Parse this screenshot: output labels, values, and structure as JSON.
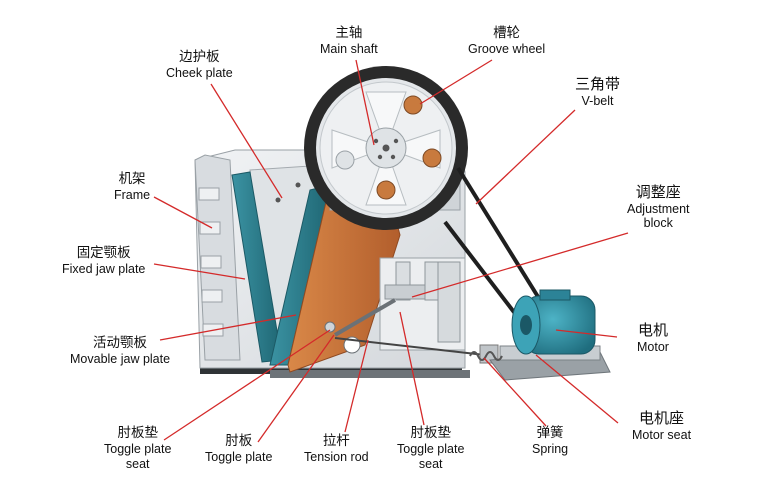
{
  "labels": {
    "main_shaft": {
      "zh": "主轴",
      "en": "Main shaft"
    },
    "groove_wheel": {
      "zh": "槽轮",
      "en": "Groove wheel"
    },
    "v_belt": {
      "zh": "三角带",
      "en": "V-belt"
    },
    "cheek_plate": {
      "zh": "边护板",
      "en": "Cheek plate"
    },
    "frame": {
      "zh": "机架",
      "en": "Frame"
    },
    "fixed_jaw": {
      "zh": "固定颚板",
      "en": "Fixed jaw plate"
    },
    "adjustment": {
      "zh": "调整座",
      "en_line1": "Adjustment",
      "en_line2": "block"
    },
    "movable_jaw": {
      "zh": "活动颚板",
      "en": "Movable jaw plate"
    },
    "motor": {
      "zh": "电机",
      "en": "Motor"
    },
    "motor_seat": {
      "zh": "电机座",
      "en": "Motor seat"
    },
    "toggle_seat_left": {
      "zh": "肘板垫",
      "en_line1": "Toggle plate",
      "en_line2": "seat"
    },
    "toggle_plate": {
      "zh": "肘板",
      "en": "Toggle plate"
    },
    "tension_rod": {
      "zh": "拉杆",
      "en": "Tension rod"
    },
    "toggle_seat_right": {
      "zh": "肘板垫",
      "en_line1": "Toggle plate",
      "en_line2": "seat"
    },
    "spring": {
      "zh": "弹簧",
      "en": "Spring"
    }
  },
  "colors": {
    "leader": "#d42a2a",
    "frame_body": "#e4e7ea",
    "jaw_teal": "#2a7f8f",
    "movable_jaw_orange": "#c8703a",
    "motor_teal": "#2e8fa3",
    "wheel_dark": "#2a2a2a"
  }
}
